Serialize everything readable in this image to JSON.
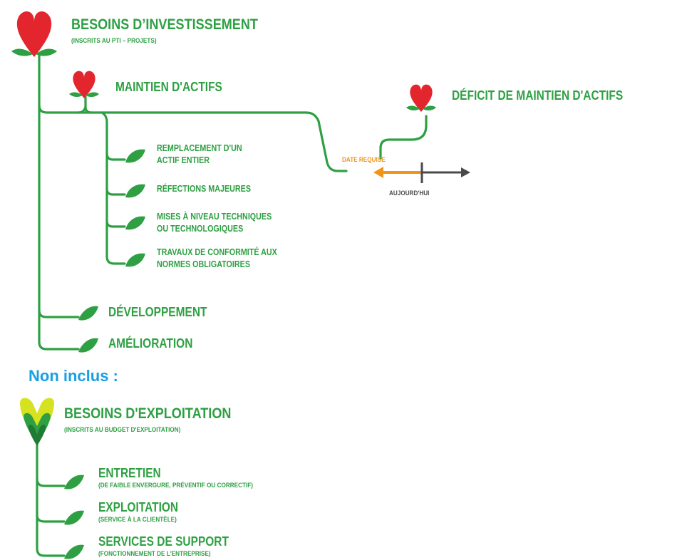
{
  "investissement": {
    "title": "BESOINS D’INVESTISSEMENT",
    "subtitle": "(INSCRITS AU PTI  –  PROJETS)"
  },
  "maintien": {
    "title": "MAINTIEN D'ACTIFS",
    "items": [
      {
        "line1": "REMPLACEMENT D'UN",
        "line2": "ACTIF ENTIER"
      },
      {
        "line1": "RÉFECTIONS MAJEURES",
        "line2": ""
      },
      {
        "line1": "MISES À NIVEAU TECHNIQUES",
        "line2": "OU TECHNOLOGIQUES"
      },
      {
        "line1": "TRAVAUX DE CONFORMITÉ AUX",
        "line2": "NORMES OBLIGATOIRES"
      }
    ]
  },
  "deficit": {
    "title": "DÉFICIT DE MAINTIEN D'ACTIFS",
    "date_label": "DATE REQUISE",
    "today_label": "AUJOURD'HUI"
  },
  "other_branches": [
    "DÉVELOPPEMENT",
    "AMÉLIORATION"
  ],
  "non_inclus": "Non inclus :",
  "exploitation": {
    "title": "BESOINS D'EXPLOITATION",
    "subtitle": "(INSCRITS AU BUDGET D'EXPLOITATION)",
    "items": [
      {
        "title": "ENTRETIEN",
        "subtitle": "(DE FAIBLE ENVERGURE, PRÉVENTIF OU CORRECTIF)"
      },
      {
        "title": "EXPLOITATION",
        "subtitle": "(SERVICE À LA CLIENTÈLE)"
      },
      {
        "title": "SERVICES DE SUPPORT",
        "subtitle": "(FONCTIONNEMENT DE L'ENTREPRISE)"
      }
    ]
  },
  "colors": {
    "green": "#2ea043",
    "dark_green": "#1f7a34",
    "red": "#e3262e",
    "yellow": "#d6e21f",
    "orange": "#f0951c",
    "gray": "#4a4a4a",
    "blue": "#1a9fe0"
  },
  "icons": [
    "heart-sprout-icon",
    "leaf-icon",
    "yellow-green-sprout-icon"
  ]
}
